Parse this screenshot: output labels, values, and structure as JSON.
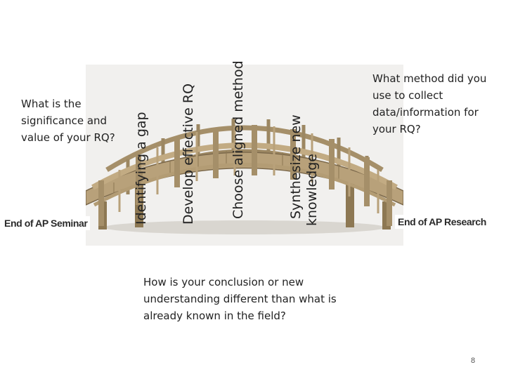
{
  "questions": {
    "significance": "What is the significance and value of your RQ?",
    "method": "What method did you use to collect data/information for your RQ?",
    "conclusion": "How is your conclusion or new understanding different than what is already known in the field?"
  },
  "endpoints": {
    "seminar": "End of AP Seminar",
    "research": "End of AP Research"
  },
  "steps": [
    "Identifying a gap",
    "Develop effective RQ",
    "Choose aligned method",
    "Synthesize new",
    "knowledge"
  ],
  "page_number": "8",
  "colors": {
    "wood_light": "#b8a17a",
    "wood_dark": "#7d6a4c",
    "text": "#222222"
  }
}
